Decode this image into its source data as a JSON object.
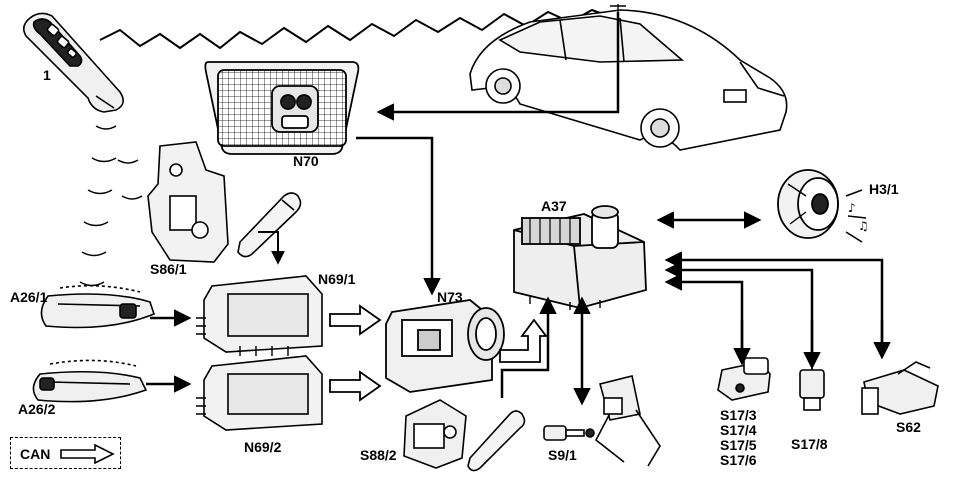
{
  "labels": {
    "key": "1",
    "n70": "N70",
    "s86_1": "S86/1",
    "n69_1": "N69/1",
    "n73": "N73",
    "a37": "A37",
    "h3_1": "H3/1",
    "a26_1": "A26/1",
    "a26_2": "A26/2",
    "n69_2": "N69/2",
    "s88_2": "S88/2",
    "s9_1": "S9/1",
    "s17": [
      "S17/3",
      "S17/4",
      "S17/5",
      "S17/6"
    ],
    "s17_8": "S17/8",
    "s62": "S62"
  },
  "legend": {
    "label": "CAN"
  },
  "colors": {
    "line": "#000000",
    "background": "#ffffff",
    "fill_light": "#e6e6e6",
    "fill_mid": "#bdbdbd"
  }
}
